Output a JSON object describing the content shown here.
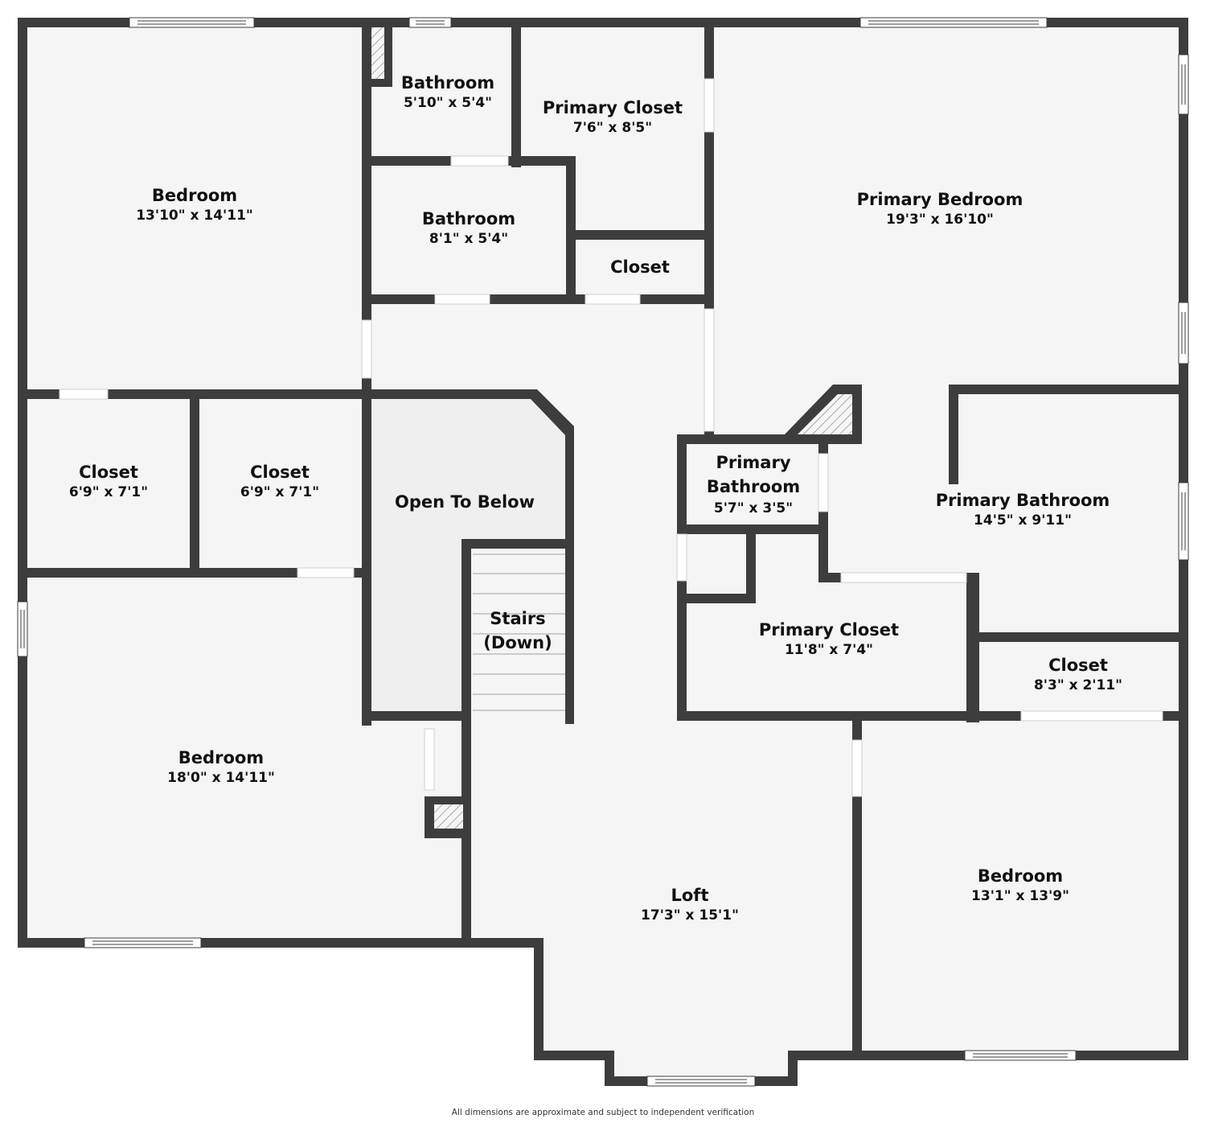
{
  "floorplan": {
    "colors": {
      "wall": "#3d3d3d",
      "floor": "#f5f5f5",
      "open_to_below": "#efefef",
      "opening": "#ffffff",
      "stair_line": "#bdbdbd",
      "background": "#ffffff"
    },
    "rooms": [
      {
        "id": "bedroom-nw",
        "name": "Bedroom",
        "dims": "13'10\" x 14'11\""
      },
      {
        "id": "bathroom-top",
        "name": "Bathroom",
        "dims": "5'10\" x 5'4\""
      },
      {
        "id": "primary-closet-top",
        "name": "Primary Closet",
        "dims": "7'6\" x 8'5\""
      },
      {
        "id": "bathroom-mid",
        "name": "Bathroom",
        "dims": "8'1\" x 5'4\""
      },
      {
        "id": "closet-top",
        "name": "Closet",
        "dims": ""
      },
      {
        "id": "primary-bedroom",
        "name": "Primary Bedroom",
        "dims": "19'3\" x 16'10\""
      },
      {
        "id": "closet-left",
        "name": "Closet",
        "dims": "6'9\" x 7'1\""
      },
      {
        "id": "closet-mid",
        "name": "Closet",
        "dims": "6'9\" x 7'1\""
      },
      {
        "id": "open-to-below",
        "name": "Open To Below",
        "dims": ""
      },
      {
        "id": "stairs",
        "name": "Stairs",
        "name2": "(Down)",
        "dims": ""
      },
      {
        "id": "primary-bathroom-small",
        "name": "Primary",
        "name2": "Bathroom",
        "dims": "5'7\" x 3'5\""
      },
      {
        "id": "primary-bathroom",
        "name": "Primary Bathroom",
        "dims": "14'5\" x 9'11\""
      },
      {
        "id": "primary-closet-bottom",
        "name": "Primary Closet",
        "dims": "11'8\" x 7'4\""
      },
      {
        "id": "closet-right",
        "name": "Closet",
        "dims": "8'3\" x 2'11\""
      },
      {
        "id": "bedroom-sw",
        "name": "Bedroom",
        "dims": "18'0\" x 14'11\""
      },
      {
        "id": "loft",
        "name": "Loft",
        "dims": "17'3\" x 15'1\""
      },
      {
        "id": "bedroom-se",
        "name": "Bedroom",
        "dims": "13'1\" x 13'9\""
      }
    ],
    "disclaimer": "All dimensions are approximate and subject to independent verification"
  }
}
